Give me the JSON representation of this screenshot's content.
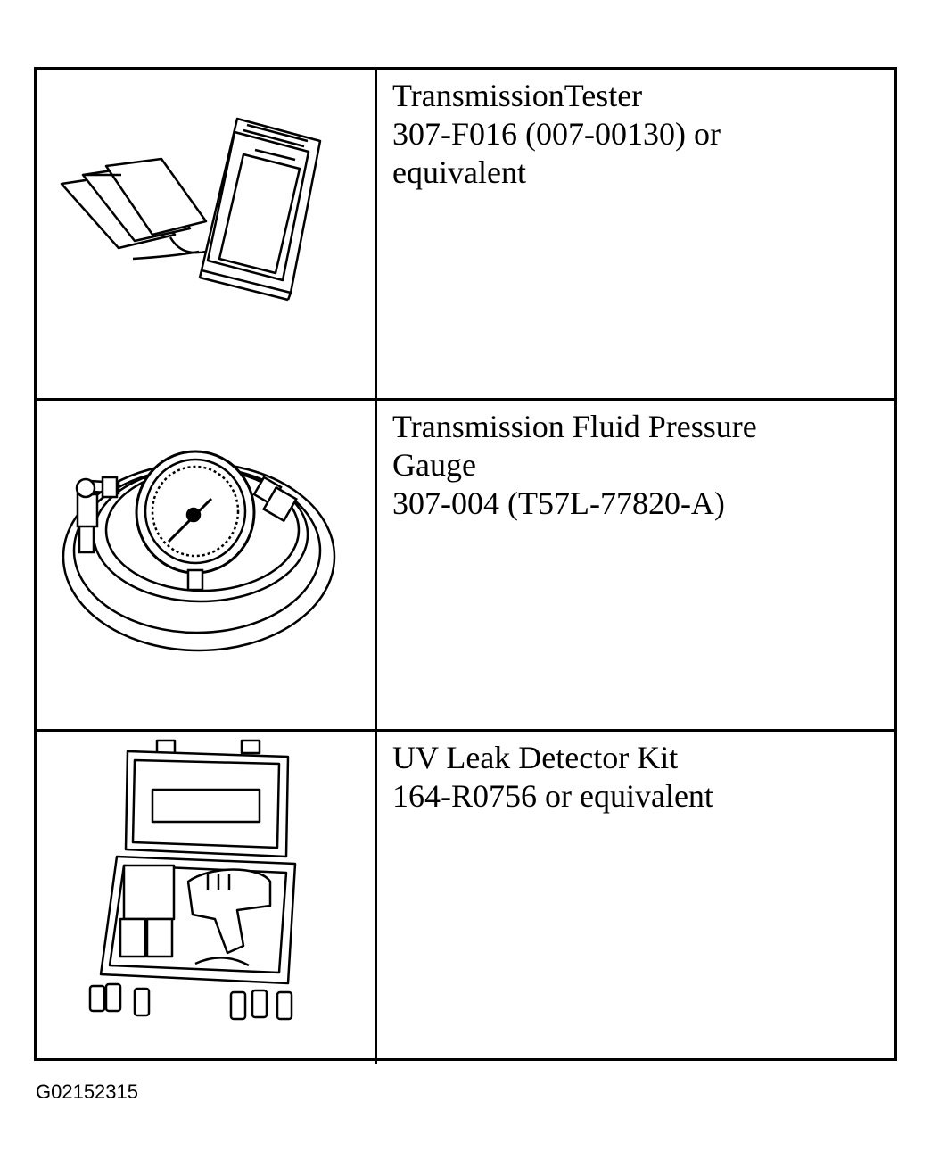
{
  "tools": [
    {
      "icon": "transmission-tester-icon",
      "lines": [
        "TransmissionTester",
        "307-F016 (007-00130) or",
        "equivalent"
      ]
    },
    {
      "icon": "pressure-gauge-icon",
      "lines": [
        "Transmission Fluid Pressure",
        "Gauge",
        "307-004 (T57L-77820-A)"
      ]
    },
    {
      "icon": "uv-leak-detector-kit-icon",
      "lines": [
        "UV Leak Detector Kit",
        "164-R0756 or equivalent"
      ]
    }
  ],
  "figure_id": "G02152315"
}
